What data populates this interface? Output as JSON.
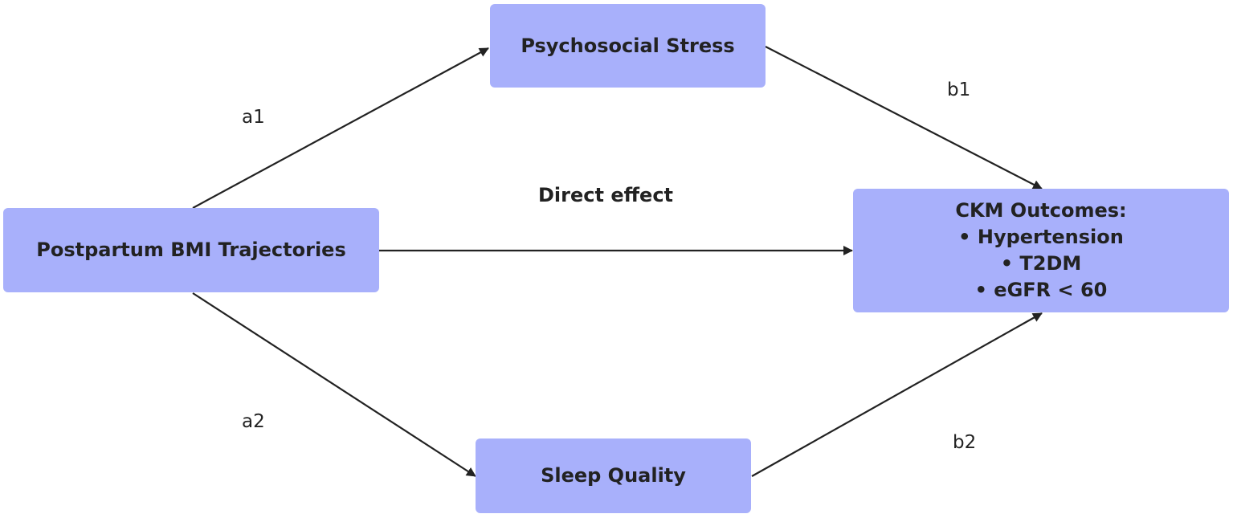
{
  "colors": {
    "node_fill": "#a8b0fb",
    "arrow": "#222222",
    "text": "#222222",
    "background": "#ffffff"
  },
  "nodes": {
    "exposure": {
      "label": "Postpartum BMI Trajectories"
    },
    "mediator_stress": {
      "label": "Psychosocial Stress"
    },
    "mediator_sleep": {
      "label": "Sleep Quality"
    },
    "outcome": {
      "title": "CKM Outcomes:",
      "items": [
        "• Hypertension",
        "• T2DM",
        "• eGFR < 60"
      ]
    }
  },
  "edges": {
    "a1": "a1",
    "a2": "a2",
    "b1": "b1",
    "b2": "b2",
    "direct": "Direct effect"
  }
}
